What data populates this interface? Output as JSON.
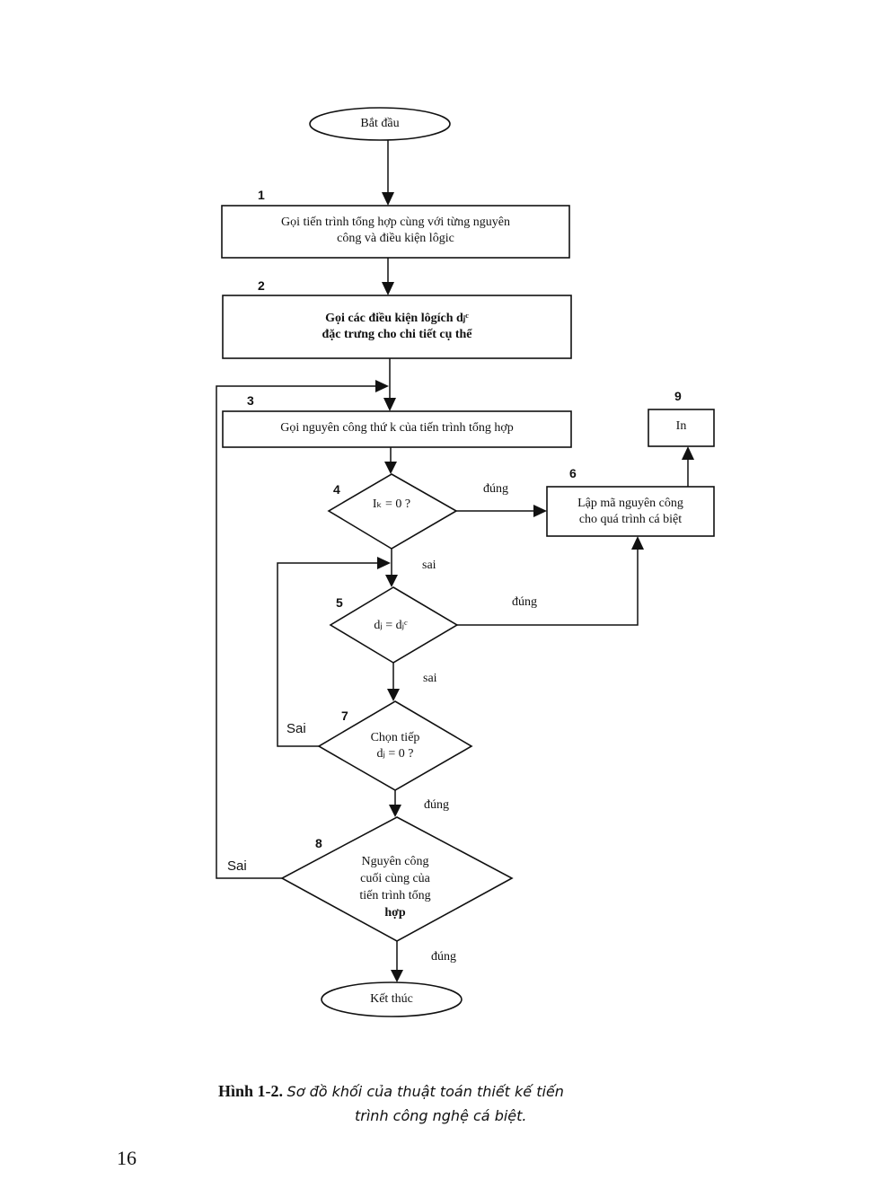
{
  "diagram": {
    "start": "Bắt đầu",
    "end": "Kết thúc",
    "steps": [
      {
        "num": "1",
        "text_lines": [
          "Gọi tiến trình tổng hợp cùng với từng nguyên",
          "công và điều kiện lôgic"
        ]
      },
      {
        "num": "2",
        "text_lines": [
          "Gọi các điều kiện lôgích dⱼᶜ",
          "đặc trưng cho chi tiết cụ thể"
        ]
      },
      {
        "num": "3",
        "text_lines": [
          "Gọi nguyên công thứ k của tiến trình tổng hợp"
        ]
      },
      {
        "num": "4",
        "text_lines": [
          "Iₖ = 0 ?"
        ]
      },
      {
        "num": "5",
        "text_lines": [
          "dⱼ = dⱼᶜ"
        ]
      },
      {
        "num": "6",
        "text_lines": [
          "Lập mã nguyên công",
          "cho quá trình cá biệt"
        ]
      },
      {
        "num": "7",
        "text_lines": [
          "Chọn tiếp",
          "dⱼ = 0 ?"
        ]
      },
      {
        "num": "8",
        "text_lines": [
          "Nguyên công",
          "cuối cùng của",
          "tiến trình tổng",
          "hợp"
        ]
      },
      {
        "num": "9",
        "text_lines": [
          "In"
        ]
      }
    ],
    "edge_labels": {
      "d4_yes": "đúng",
      "d4_no": "sai",
      "d5_yes": "đúng",
      "d5_no": "sai",
      "d7_no": "Sai",
      "d7_yes": "đúng",
      "d8_no": "Sai",
      "d8_yes": "đúng"
    }
  },
  "caption": {
    "label": "Hình 1-2.",
    "text_line1": "Sơ đồ khối của thuật toán thiết kế tiến",
    "text_line2": "trình công nghệ cá biệt."
  },
  "page_number": "16"
}
